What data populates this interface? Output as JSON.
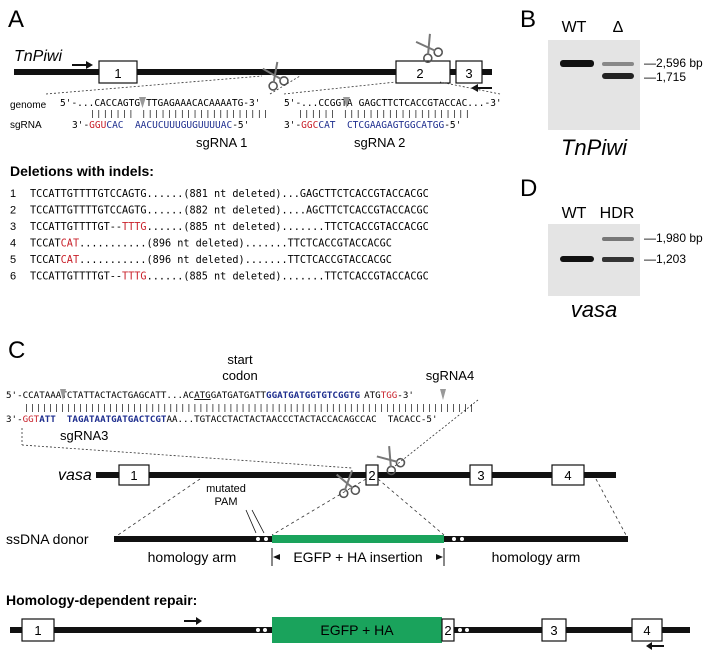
{
  "colors": {
    "red": "#c8202a",
    "blue": "#1f2f8f",
    "green": "#1aa35c",
    "black": "#111111",
    "gel_bg": "#e4e4e4",
    "gel_band": "#111111"
  },
  "panelA": {
    "label": "A",
    "gene": "TnPiwi",
    "exons": [
      "1",
      "2",
      "3"
    ],
    "genome_label": "genome",
    "sgrna_label": "sgRNA",
    "seq1_genome": "5'-...CACCAGTG",
    "seq1_genome_b": "TTGAGAAACACAAAATG-3'",
    "seq1_sg_prefix": "3'-",
    "seq1_sg_red": "GGU",
    "seq1_sg_blue": "CAC  AACUCUUUGUGUUUUAC",
    "seq1_sg_suffix": "-5'",
    "seq2_genome": "5'-...CCGGTA",
    "seq2_genome_b": "GAGCTTCTCACCGTACCAC...-3'",
    "seq2_sg_prefix": "3'-",
    "seq2_sg_red": "GGC",
    "seq2_sg_blue": "CAT  CTCGAAGAGTGGCATGG",
    "seq2_sg_suffix": "-5'",
    "sgrna1": "sgRNA 1",
    "sgrna2": "sgRNA 2",
    "deletions_title": "Deletions with indels:",
    "deletions": [
      {
        "n": "1",
        "left": "TCCATTGTTTTGTCCAGTG",
        "red": "",
        "dots": "......",
        "note": "(881 nt deleted)",
        "dots2": "...",
        "right": "GAGCTTCTCACCGTACCACGC"
      },
      {
        "n": "2",
        "left": "TCCATTGTTTTGTCCAGTG",
        "red": "",
        "dots": "......",
        "note": "(882 nt deleted)",
        "dots2": "....",
        "right": "AGCTTCTCACCGTACCACGC"
      },
      {
        "n": "3",
        "left": "TCCATTGTTTTGT--",
        "red": "TTTG",
        "dots": "......",
        "note": "(885 nt deleted)",
        "dots2": ".......",
        "right": "TTCTCACCGTACCACGC"
      },
      {
        "n": "4",
        "left": "TCCAT",
        "red": "CAT",
        "dots": "...........",
        "note": "(896 nt deleted)",
        "dots2": ".......",
        "right": "TTCTCACCGTACCACGC"
      },
      {
        "n": "5",
        "left": "TCCAT",
        "red": "CAT",
        "dots": "...........",
        "note": "(896 nt deleted)",
        "dots2": ".......",
        "right": "TTCTCACCGTACCACGC"
      },
      {
        "n": "6",
        "left": "TCCATTGTTTTGT--",
        "red": "TTTG",
        "dots": "......",
        "note": "(885 nt deleted)",
        "dots2": ".......",
        "right": "TTCTCACCGTACCACGC"
      }
    ]
  },
  "panelB": {
    "label": "B",
    "lane1": "WT",
    "lane2": "Δ",
    "size1": "—2,596 bp",
    "size2": "—1,715",
    "gene": "TnPiwi"
  },
  "panelD": {
    "label": "D",
    "lane1": "WT",
    "lane2": "HDR",
    "size1": "—1,980 bp",
    "size2": "—1,203",
    "gene": "vasa"
  },
  "panelC": {
    "label": "C",
    "start_codon_1": "start",
    "start_codon_2": "codon",
    "sgrna4": "sgRNA4",
    "sgrna3": "sgRNA3",
    "top_a": "5'-CCATAA",
    "top_b": "ATCTATTACTACTGAGCATT...AC",
    "top_atg": "ATG",
    "top_c": "GATGATGATT",
    "top_blue": "GGATGATGGTGTCGGTG",
    "top_d": "ATG",
    "top_red": "TGG",
    "top_end": "-3'",
    "bot_a": "3'-",
    "bot_red": "GGT",
    "bot_blue": "ATT  TAGATAATGATGACTCGT",
    "bot_b": "AA...TGTACCTACTACTAACCCTACTACCACAGCCAC  TACACC-5'",
    "gene": "vasa",
    "exons": [
      "1",
      "2",
      "3",
      "4"
    ],
    "mutated_pam_1": "mutated",
    "mutated_pam_2": "PAM",
    "ssdna": "ssDNA donor",
    "homology_arm_left": "homology arm",
    "insertion": "EGFP + HA insertion",
    "homology_arm_right": "homology arm",
    "hdr_title": "Homology-dependent repair:",
    "hdr_exons": [
      "1",
      "2",
      "3",
      "4"
    ],
    "egfp_box": "EGFP + HA"
  }
}
